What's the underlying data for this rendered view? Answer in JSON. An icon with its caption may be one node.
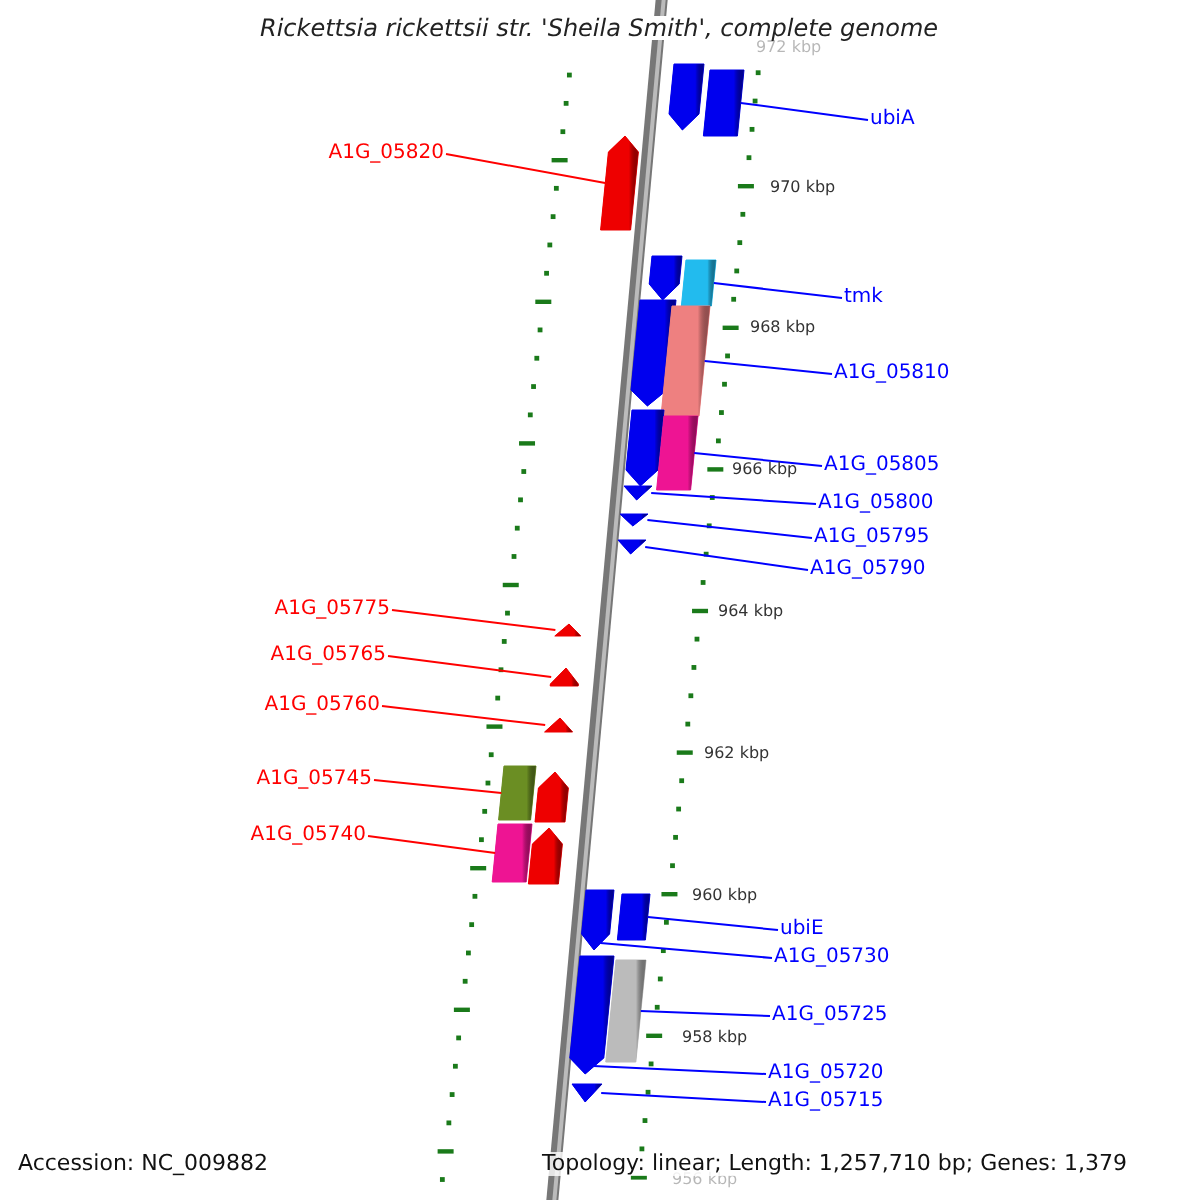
{
  "diagram": {
    "title": "Rickettsia rickettsii str. 'Sheila Smith', complete genome",
    "nodes": [
      {
        "text": [
          "A1G_05820"
        ]
      },
      {
        "text": [
          "ubiA"
        ]
      },
      {
        "text": [
          "tmk"
        ]
      },
      {
        "text": [
          "A1G_05810"
        ]
      },
      {
        "text": [
          "A1G_05805"
        ]
      },
      {
        "text": [
          "A1G_05800"
        ]
      },
      {
        "text": [
          "A1G_05795"
        ]
      },
      {
        "text": [
          "A1G_05790"
        ]
      },
      {
        "text": [
          "A1G_05775"
        ]
      },
      {
        "text": [
          "A1G_05765"
        ]
      },
      {
        "text": [
          "A1G_05760"
        ]
      },
      {
        "text": [
          "A1G_05745"
        ]
      },
      {
        "text": [
          "A1G_05740"
        ]
      },
      {
        "text": [
          "ubiE"
        ]
      },
      {
        "text": [
          "A1G_05730"
        ]
      },
      {
        "text": [
          "A1G_05725"
        ]
      },
      {
        "text": [
          "A1G_05720"
        ]
      },
      {
        "text": [
          "A1G_05715"
        ]
      },
      {
        "text": [],
        "shape": "arrow"
      },
      {
        "text": [],
        "shape": "box"
      },
      {
        "text": [],
        "shape": "arrow"
      },
      {
        "text": [],
        "shape": "arrow"
      },
      {
        "text": [],
        "shape": "box"
      },
      {
        "text": [],
        "shape": "arrow"
      },
      {
        "text": [],
        "shape": "box"
      },
      {
        "text": [],
        "shape": "arrow"
      },
      {
        "text": [],
        "shape": "box"
      },
      {
        "text": [],
        "shape": "triangle"
      },
      {
        "text": [],
        "shape": "triangle"
      },
      {
        "text": [],
        "shape": "triangle"
      },
      {
        "text": [],
        "shape": "triangle"
      },
      {
        "text": [],
        "shape": "arrow"
      },
      {
        "text": [],
        "shape": "triangle"
      },
      {
        "text": [],
        "shape": "box"
      },
      {
        "text": [],
        "shape": "arrow"
      },
      {
        "text": [],
        "shape": "box"
      },
      {
        "text": [],
        "shape": "arrow"
      },
      {
        "text": [],
        "shape": "arrow"
      },
      {
        "text": [],
        "shape": "box"
      },
      {
        "text": [],
        "shape": "arrow"
      },
      {
        "text": [],
        "shape": "box"
      },
      {
        "text": [],
        "shape": "triangle"
      }
    ],
    "edges": [
      {
        "from": 0,
        "to": 20,
        "arrow": "none",
        "color": "#ff0000"
      },
      {
        "from": 1,
        "to": 19,
        "arrow": "none"
      },
      {
        "from": 2,
        "to": 22,
        "arrow": "none"
      },
      {
        "from": 3,
        "to": 24,
        "arrow": "none"
      },
      {
        "from": 4,
        "to": 26,
        "arrow": "none"
      },
      {
        "from": 5,
        "to": 27,
        "arrow": "none"
      },
      {
        "from": 6,
        "to": 28,
        "arrow": "none"
      },
      {
        "from": 7,
        "to": 29,
        "arrow": "none"
      },
      {
        "from": 8,
        "to": 30,
        "arrow": "none",
        "color": "#ff0000"
      },
      {
        "from": 9,
        "to": 31,
        "arrow": "none",
        "color": "#ff0000"
      },
      {
        "from": 10,
        "to": 32,
        "arrow": "none",
        "color": "#ff0000"
      },
      {
        "from": 11,
        "to": 33,
        "arrow": "none",
        "color": "#ff0000"
      },
      {
        "from": 12,
        "to": 35,
        "arrow": "none",
        "color": "#ff0000"
      },
      {
        "from": 13,
        "to": 38,
        "arrow": "none"
      },
      {
        "from": 14,
        "to": 37,
        "arrow": "none"
      },
      {
        "from": 15,
        "to": 40,
        "arrow": "none"
      },
      {
        "from": 16,
        "to": 39,
        "arrow": "none"
      },
      {
        "from": 17,
        "to": 41,
        "arrow": "none"
      }
    ],
    "labels": [
      "972 kbp",
      "970 kbp",
      "968 kbp",
      "966 kbp",
      "964 kbp",
      "962 kbp",
      "960 kbp",
      "958 kbp",
      "956 kbp",
      "Accession: NC_009882",
      "Topology: linear; Length: 1,257,710 bp; Genes: 1,379"
    ]
  }
}
